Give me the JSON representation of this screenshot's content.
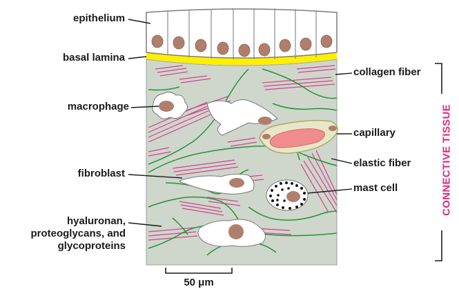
{
  "labels": {
    "epithelium": "epithelium",
    "basal_lamina": "basal lamina",
    "macrophage": "macrophage",
    "fibroblast": "fibroblast",
    "hyaluronan_line1": "hyaluronan,",
    "hyaluronan_line2": "proteoglycans, and",
    "hyaluronan_line3": "glycoproteins",
    "collagen_fiber": "collagen fiber",
    "capillary": "capillary",
    "elastic_fiber": "elastic fiber",
    "mast_cell": "mast cell"
  },
  "side_bracket_label": "CONNECTIVE TISSUE",
  "scale_bar_label": "50 μm",
  "colors": {
    "tissue": "#cfd6cc",
    "basal_lamina": "#ffef00",
    "nucleus": "#b07f6c",
    "collagen": "#d1418f",
    "elastic": "#1f9436",
    "capillary_wall": "#e7e7c8",
    "capillary_lumen": "#f08c8c",
    "side_label": "#e0287a"
  }
}
